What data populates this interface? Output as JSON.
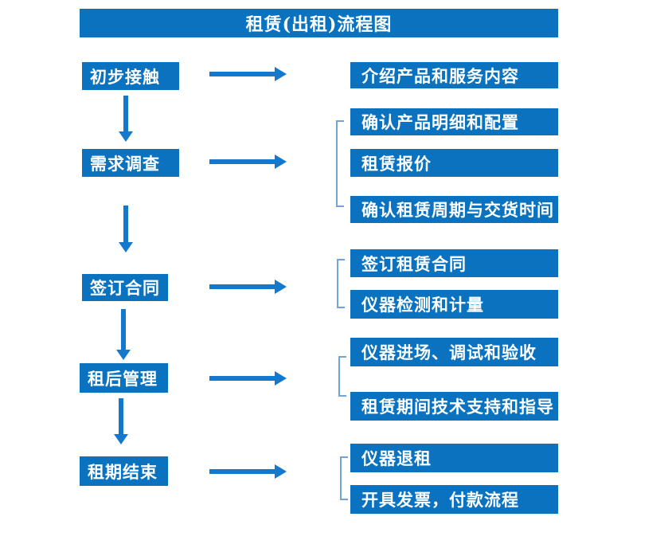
{
  "title": "租赁(出租)流程图",
  "colors": {
    "box_fill": "#0a72be",
    "arrow": "#1478cc",
    "bracket": "#74a3d6",
    "box_text": "#ffffff",
    "background": "#ffffff"
  },
  "steps": [
    {
      "label": "初步接触",
      "details": [
        "介绍产品和服务内容"
      ]
    },
    {
      "label": "需求调查",
      "details": [
        "确认产品明细和配置",
        "租赁报价",
        "确认租赁周期与交货时间"
      ]
    },
    {
      "label": "签订合同",
      "details": [
        "签订租赁合同",
        "仪器检测和计量"
      ]
    },
    {
      "label": "租后管理",
      "details": [
        "仪器进场、调试和验收",
        "租赁期间技术支持和指导"
      ]
    },
    {
      "label": "租期结束",
      "details": [
        "仪器退租",
        "开具发票，付款流程"
      ]
    }
  ]
}
